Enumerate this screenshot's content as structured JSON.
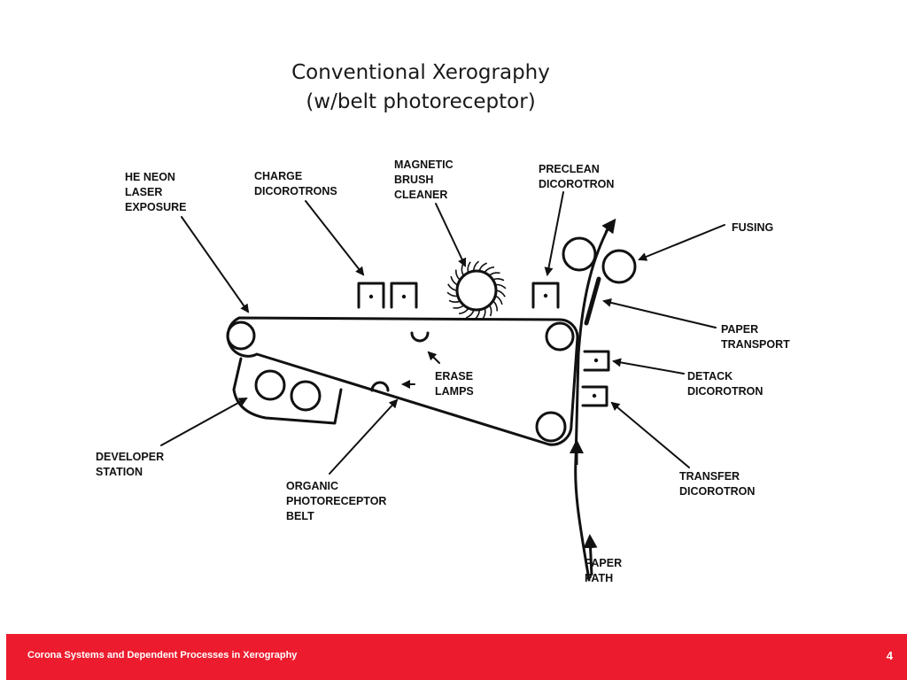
{
  "diagram": {
    "title_line1": "Conventional Xerography",
    "title_line2": "(w/belt photoreceptor)",
    "labels": {
      "laser": [
        "HE NEON",
        "LASER",
        "EXPOSURE"
      ],
      "charge": [
        "CHARGE",
        "DICOROTRONS"
      ],
      "brush": [
        "MAGNETIC",
        "BRUSH",
        "CLEANER"
      ],
      "preclean": [
        "PRECLEAN",
        "DICOROTRON"
      ],
      "fusing": [
        "FUSING"
      ],
      "paper_transport": [
        "PAPER",
        "TRANSPORT"
      ],
      "detack": [
        "DETACK",
        "DICOROTRON"
      ],
      "transfer": [
        "TRANSFER",
        "DICOROTRON"
      ],
      "erase": [
        "ERASE",
        "LAMPS"
      ],
      "developer": [
        "DEVELOPER",
        "STATION"
      ],
      "belt": [
        "ORGANIC",
        "PHOTORECEPTOR",
        "BELT"
      ],
      "paper_path": [
        "PAPER",
        "PATH"
      ]
    }
  },
  "footer": {
    "text": "Corona Systems and Dependent Processes in Xerography",
    "page_number": "4"
  }
}
